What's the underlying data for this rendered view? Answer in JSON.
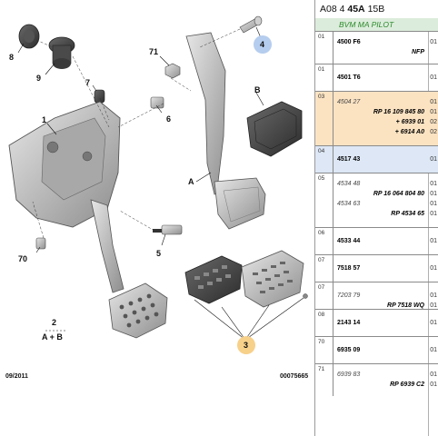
{
  "diagram": {
    "callouts": [
      "8",
      "9",
      "71",
      "4",
      "7",
      "B",
      "6",
      "1",
      "A",
      "5",
      "70",
      "2",
      "A + B",
      "3"
    ],
    "footer_left": "09/2011",
    "footer_right": "00075665"
  },
  "panel": {
    "header_code": "A08 4",
    "header_group": "45A",
    "header_sub": "15B",
    "subtitle": "BVM MA PILOT",
    "rows": [
      {
        "idx": "01",
        "lines": [
          {
            "ref": "4500 F6",
            "style": "b",
            "sub": "",
            "qty": "01"
          },
          {
            "ref": "",
            "style": "b",
            "sub": "NFP",
            "qty": ""
          }
        ]
      },
      {
        "idx": "01",
        "lines": [
          {
            "ref": "4501 T6",
            "style": "b",
            "sub": "",
            "qty": "01"
          }
        ]
      },
      {
        "idx": "03",
        "lines": [
          {
            "ref": "4504 27",
            "style": "i",
            "sub": "",
            "qty": "01"
          },
          {
            "ref": "",
            "style": "b",
            "sub": "RP 16 109 845 80",
            "qty": "01"
          },
          {
            "ref": "",
            "style": "b",
            "sub": "+ 6939 01",
            "qty": "02"
          },
          {
            "ref": "",
            "style": "b",
            "sub": "+ 6914 A0",
            "qty": "02"
          }
        ]
      },
      {
        "idx": "04",
        "lines": [
          {
            "ref": "4517 43",
            "style": "b",
            "sub": "",
            "qty": "01"
          }
        ]
      },
      {
        "idx": "05",
        "lines": [
          {
            "ref": "4534 48",
            "style": "i",
            "sub": "",
            "qty": "01"
          },
          {
            "ref": "",
            "style": "b",
            "sub": "RP 16 064 804 80",
            "qty": "01"
          },
          {
            "ref": "4534 63",
            "style": "i",
            "sub": "",
            "qty": "01"
          },
          {
            "ref": "",
            "style": "b",
            "sub": "RP 4534 65",
            "qty": "01"
          }
        ]
      },
      {
        "idx": "06",
        "lines": [
          {
            "ref": "4533 44",
            "style": "b",
            "sub": "",
            "qty": "01"
          }
        ]
      },
      {
        "idx": "07",
        "lines": [
          {
            "ref": "7518 57",
            "style": "b",
            "sub": "",
            "qty": "01"
          }
        ]
      },
      {
        "idx": "07",
        "lines": [
          {
            "ref": "7203 79",
            "style": "i",
            "sub": "",
            "qty": "01"
          },
          {
            "ref": "",
            "style": "b",
            "sub": "RP 7518 WQ",
            "qty": "01"
          }
        ]
      },
      {
        "idx": "08",
        "lines": [
          {
            "ref": "2143 14",
            "style": "b",
            "sub": "",
            "qty": "01"
          }
        ]
      },
      {
        "idx": "70",
        "lines": [
          {
            "ref": "6935 09",
            "style": "b",
            "sub": "",
            "qty": "01"
          }
        ]
      },
      {
        "idx": "71",
        "lines": [
          {
            "ref": "6939 83",
            "style": "i",
            "sub": "",
            "qty": "01"
          },
          {
            "ref": "",
            "style": "b",
            "sub": "RP 6939 C2",
            "qty": "01"
          }
        ]
      }
    ]
  },
  "colors": {
    "highlight_orange": "#fbe3c2",
    "highlight_blue": "#dde7f5",
    "subtitle_green": "#2b8a2b",
    "callout_blue": "#b5cdee",
    "callout_orange": "#f7d08a"
  }
}
